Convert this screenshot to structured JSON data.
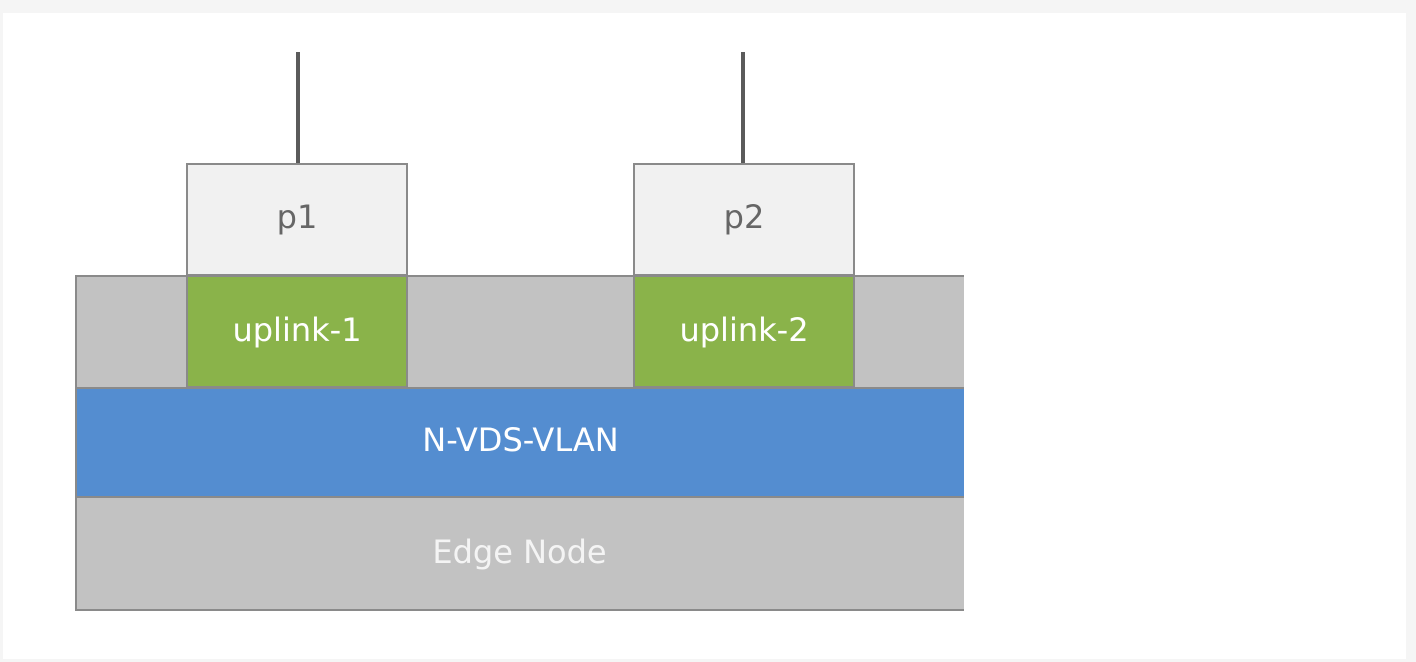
{
  "diagram": {
    "ports": [
      {
        "label": "p1"
      },
      {
        "label": "p2"
      }
    ],
    "uplinks": [
      {
        "label": "uplink-1"
      },
      {
        "label": "uplink-2"
      }
    ],
    "switch": {
      "label": "N-VDS-VLAN"
    },
    "node": {
      "label": "Edge Node"
    },
    "colors": {
      "port_fill": "#f1f1f1",
      "uplink_fill": "#8ab34a",
      "switch_fill": "#548dd0",
      "node_fill": "#c2c2c2",
      "outline": "#8a8a8a",
      "wire": "#5b5b5b"
    }
  }
}
